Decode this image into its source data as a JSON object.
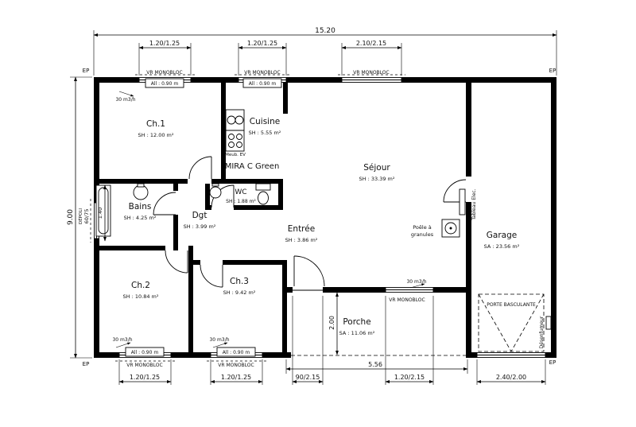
{
  "meta": {
    "model_name": "MIRA C Green"
  },
  "dims": {
    "total_width": "15.20",
    "total_height": "9.00",
    "top": [
      "1.20/1.25",
      "1.20/1.25",
      "2.10/2.15"
    ],
    "bottom": [
      "1.20/1.25",
      "1.20/1.25",
      "90/2.15",
      "1.20/2.15",
      "2.40/2.00"
    ],
    "porch_width": "5.56",
    "porch_depth": "2.00",
    "bains_window": "60/75",
    "bains_glazing": "DÉPOLI",
    "bains_inner": "1.40"
  },
  "rooms": {
    "ch1": {
      "name": "Ch.1",
      "area": "SH : 12.00 m²"
    },
    "cuisine": {
      "name": "Cuisine",
      "area": "SH : 5.55 m²"
    },
    "sejour": {
      "name": "Séjour",
      "area": "SH : 33.39 m²"
    },
    "bains": {
      "name": "Bains",
      "area": "SH : 4.25 m²"
    },
    "dgt": {
      "name": "Dgt",
      "area": "SH : 3.99 m²"
    },
    "wc": {
      "name": "WC",
      "area": "SH : 1.88 m²"
    },
    "entree": {
      "name": "Entrée",
      "area": "SH : 3.86 m²"
    },
    "garage": {
      "name": "Garage",
      "area": "SA : 23.56 m²"
    },
    "ch2": {
      "name": "Ch.2",
      "area": "SH : 10.84 m²"
    },
    "ch3": {
      "name": "Ch.3",
      "area": "SH : 9.42 m²"
    },
    "porche": {
      "name": "Porche",
      "area": "SA : 11.06 m²"
    }
  },
  "labels": {
    "vr": "VR MONOBLOC",
    "allege": "All : 0.90 m",
    "vent": "30 m3/h",
    "ep": "EP",
    "poele_1": "Poêle à",
    "poele_2": "granules",
    "tableau": "Tableau Elec.",
    "porte_basculante": "PORTE BASCULANTE",
    "desenfumeur": "Désenfumeur",
    "meuble": "Meub. EV"
  },
  "colors": {
    "line": "#000000",
    "paper": "#ffffff"
  }
}
